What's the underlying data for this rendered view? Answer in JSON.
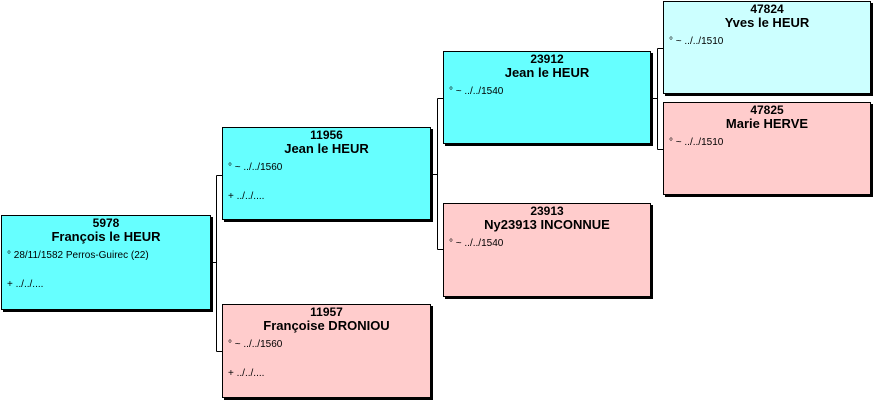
{
  "people": {
    "p5978": {
      "sosa": "5978",
      "name": "François le HEUR",
      "birth": "° 28/11/1582 Perros-Guirec (22)",
      "death": "+ ../../...."
    },
    "p11956": {
      "sosa": "11956",
      "name": "Jean le HEUR",
      "birth": "° ~ ../../1560",
      "death": "+ ../../...."
    },
    "p11957": {
      "sosa": "11957",
      "name": "Françoise DRONIOU",
      "birth": "° ~ ../../1560",
      "death": "+ ../../...."
    },
    "p23912": {
      "sosa": "23912",
      "name": "Jean le HEUR",
      "birth": "° ~ ../../1540"
    },
    "p23913": {
      "sosa": "23913",
      "name": "Ny23913 INCONNUE",
      "birth": "° ~ ../../1540"
    },
    "p47824": {
      "sosa": "47824",
      "name": "Yves le HEUR",
      "birth": "° ~ ../../1510"
    },
    "p47825": {
      "sosa": "47825",
      "name": "Marie HERVE",
      "birth": "° ~ ../../1510"
    }
  },
  "colors": {
    "male": "#66ffff",
    "male_light": "#ccffff",
    "female": "#ffcccc",
    "border": "#000000",
    "connector": "#000000"
  }
}
